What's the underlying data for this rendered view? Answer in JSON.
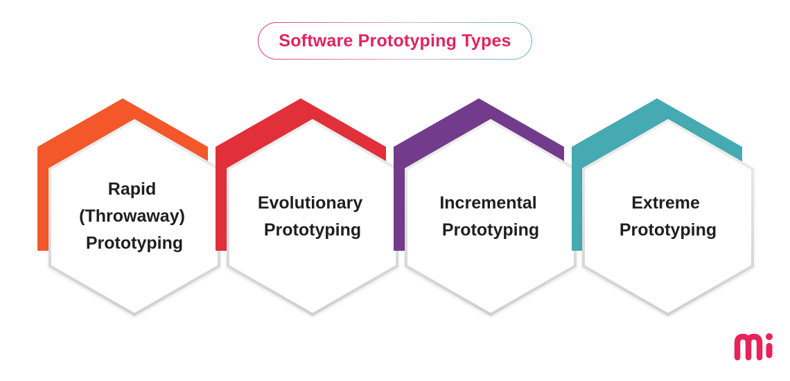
{
  "title": "Software Prototyping Types",
  "items": [
    {
      "lines": [
        "Rapid",
        "(Throwaway)",
        "Prototyping"
      ],
      "color": "#f4572a"
    },
    {
      "lines": [
        "Evolutionary",
        "Prototyping"
      ],
      "color": "#e1303a"
    },
    {
      "lines": [
        "Incremental",
        "Prototyping"
      ],
      "color": "#733b8c"
    },
    {
      "lines": [
        "Extreme",
        "Prototyping"
      ],
      "color": "#45aab1"
    }
  ],
  "logo": {
    "color": "#e8235a",
    "icon": "brand-logo-icon"
  }
}
